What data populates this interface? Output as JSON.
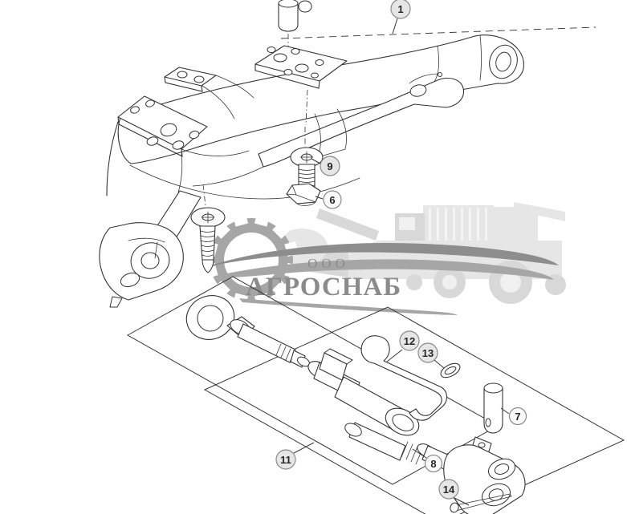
{
  "watermark": {
    "org_form": "ООО",
    "company_name": "АГРОСНАБ"
  },
  "callouts": [
    {
      "label": "1"
    },
    {
      "label": "9"
    },
    {
      "label": "6"
    },
    {
      "label": "12"
    },
    {
      "label": "13"
    },
    {
      "label": "7"
    },
    {
      "label": "8"
    },
    {
      "label": "11"
    },
    {
      "label": "14"
    }
  ],
  "colors": {
    "line": "#343434",
    "callout-fill": "#e6e6e6",
    "callout-fill-light": "#fafafa",
    "callout-stroke": "#8a8a8a",
    "wm-light": "#e6e6e6",
    "wm-mid": "#d8d8d8",
    "wm-gear": "#a6a6a6",
    "wm-dark": "#8d8d8d",
    "wm-text": "#8b8b8b"
  }
}
